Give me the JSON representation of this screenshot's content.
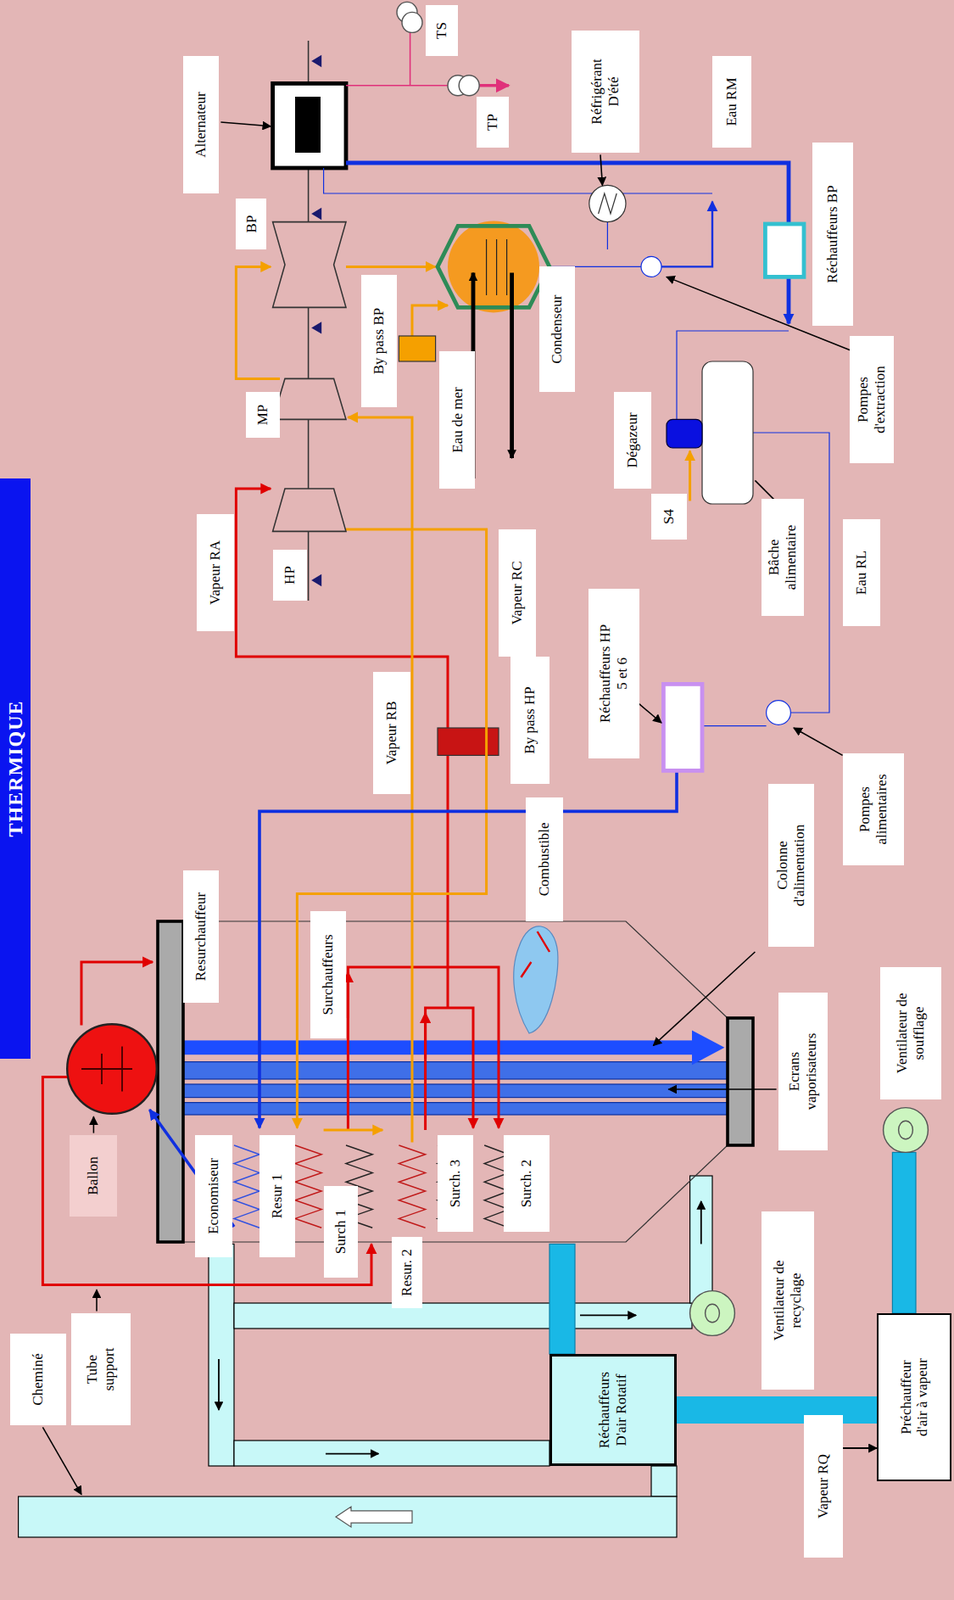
{
  "diagram": {
    "title": "THERMIQUE",
    "nodes": [
      {
        "text": [
          "Alternateur"
        ]
      },
      {
        "text": [
          "TS"
        ]
      },
      {
        "text": [
          "TP"
        ]
      },
      {
        "text": [
          "Réfrigérant D'été"
        ]
      },
      {
        "text": [
          "Eau RM"
        ]
      },
      {
        "text": [
          "Réchauffeurs BP"
        ]
      },
      {
        "text": [
          "BP"
        ]
      },
      {
        "text": [
          "By pass BP"
        ]
      },
      {
        "text": [
          "Condenseur"
        ]
      },
      {
        "text": [
          "Pompes d'extraction"
        ]
      },
      {
        "text": [
          "MP"
        ]
      },
      {
        "text": [
          "Eau de mer"
        ]
      },
      {
        "text": [
          "Dégazeur"
        ]
      },
      {
        "text": [
          "S4"
        ]
      },
      {
        "text": [
          "Bâche alimentaire"
        ]
      },
      {
        "text": [
          "Vapeur RA"
        ]
      },
      {
        "text": [
          "HP"
        ]
      },
      {
        "text": [
          "Vapeur RC"
        ]
      },
      {
        "text": [
          "Eau RL"
        ]
      },
      {
        "text": [
          "Réchauffeurs HP 5 et 6"
        ]
      },
      {
        "text": [
          "Vapeur RB"
        ]
      },
      {
        "text": [
          "By pass HP"
        ]
      },
      {
        "text": [
          "Pompes alimentaires"
        ]
      },
      {
        "text": [
          "Combustible"
        ]
      },
      {
        "text": [
          "Colonne d'alimentation"
        ]
      },
      {
        "text": [
          "Resurchauffeur"
        ]
      },
      {
        "text": [
          "Surchauffeurs"
        ]
      },
      {
        "text": [
          "Ecrans vaporisateurs"
        ]
      },
      {
        "text": [
          "Ventilateur de soufflage"
        ]
      },
      {
        "text": [
          "Ballon"
        ]
      },
      {
        "text": [
          "Economiseur"
        ]
      },
      {
        "text": [
          "Resur 1"
        ]
      },
      {
        "text": [
          "Surch 1"
        ]
      },
      {
        "text": [
          "Resur. 2"
        ]
      },
      {
        "text": [
          "Surch. 3"
        ]
      },
      {
        "text": [
          "Surch. 2"
        ]
      },
      {
        "text": [
          "Ventilateur de recyclage"
        ]
      },
      {
        "text": [
          "Réchauffeurs D'air Rotatif"
        ]
      },
      {
        "text": [
          "Préchauffeur d'air à vapeur"
        ]
      },
      {
        "text": [
          "Vapeur RQ"
        ]
      },
      {
        "text": [
          "Tube support"
        ]
      },
      {
        "text": [
          "Cheminé"
        ]
      }
    ],
    "edges": [
      {
        "from": 39,
        "to": 38,
        "arrow": "to"
      },
      {
        "from": 38,
        "to": 37,
        "arrow": "none"
      }
    ]
  }
}
